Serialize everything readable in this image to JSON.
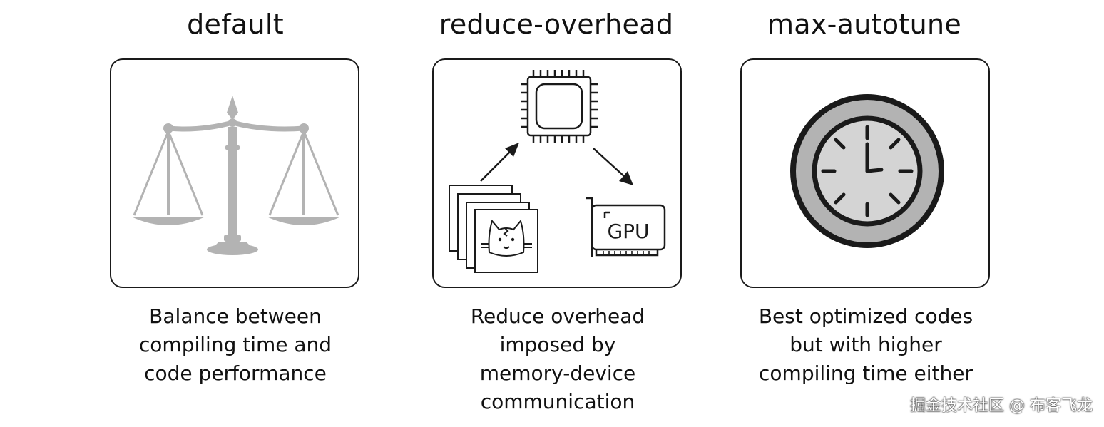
{
  "modes": [
    {
      "title": "default",
      "icon": "balance-scale-icon",
      "desc": [
        "Balance between",
        "compiling time and",
        "code performance"
      ]
    },
    {
      "title": "reduce-overhead",
      "icon": "chip-gpu-diagram-icon",
      "gpu_label": "GPU",
      "desc": [
        "Reduce overhead",
        "imposed by",
        "memory-device",
        "communication"
      ]
    },
    {
      "title": "max-autotune",
      "icon": "clock-icon",
      "desc": [
        "Best optimized codes",
        "but with higher",
        "compiling time either"
      ]
    }
  ],
  "watermark": "掘金技术社区 @ 布客飞龙",
  "colors": {
    "gray": "#b3b3b3",
    "dark": "#1a1a1a",
    "clock_face": "#d4d4d4"
  }
}
